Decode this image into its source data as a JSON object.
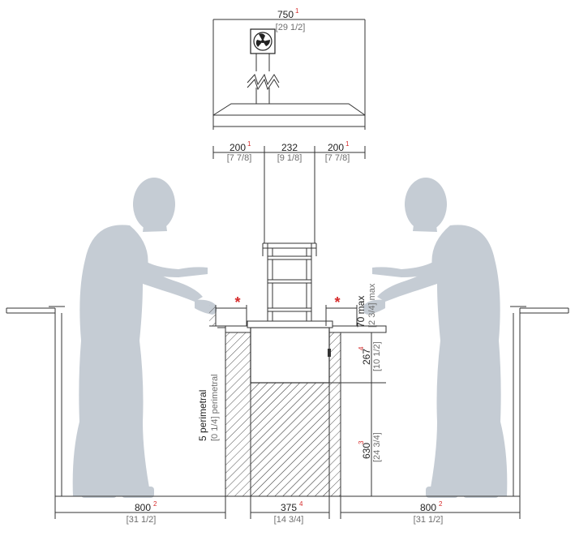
{
  "colors": {
    "figure": "#c5ccd4",
    "line": "#333333",
    "note": "#d62a2a",
    "inch": "#6e6e6e"
  },
  "icons": [
    "extractor-fan-icon"
  ],
  "hood": {
    "width_mm": "750",
    "width_note": "1",
    "width_in": "[29 1/2]",
    "left_mm": "200",
    "left_note": "1",
    "left_in": "[7 7/8]",
    "center_mm": "232",
    "center_in": "[9 1/8]",
    "right_mm": "200",
    "right_note": "1",
    "right_in": "[7 7/8]"
  },
  "clearance_marks": [
    "*",
    "*"
  ],
  "vertical": {
    "perimeter_mm": "5 perimetral",
    "perimeter_in": "[0 1/4] perimetral",
    "top_max_mm": "70 max",
    "top_max_in": "[2 3/4] max",
    "unit_height_mm": "267",
    "unit_height_note": "4",
    "unit_height_in": "[10 1/2]",
    "base_height_mm": "630",
    "base_height_note": "3",
    "base_height_in": "[24 3/4]"
  },
  "bottom": {
    "left_mm": "800",
    "left_note": "2",
    "left_in": "[31 1/2]",
    "center_mm": "375",
    "center_note": "4",
    "center_in": "[14 3/4]",
    "right_mm": "800",
    "right_note": "2",
    "right_in": "[31 1/2]"
  }
}
